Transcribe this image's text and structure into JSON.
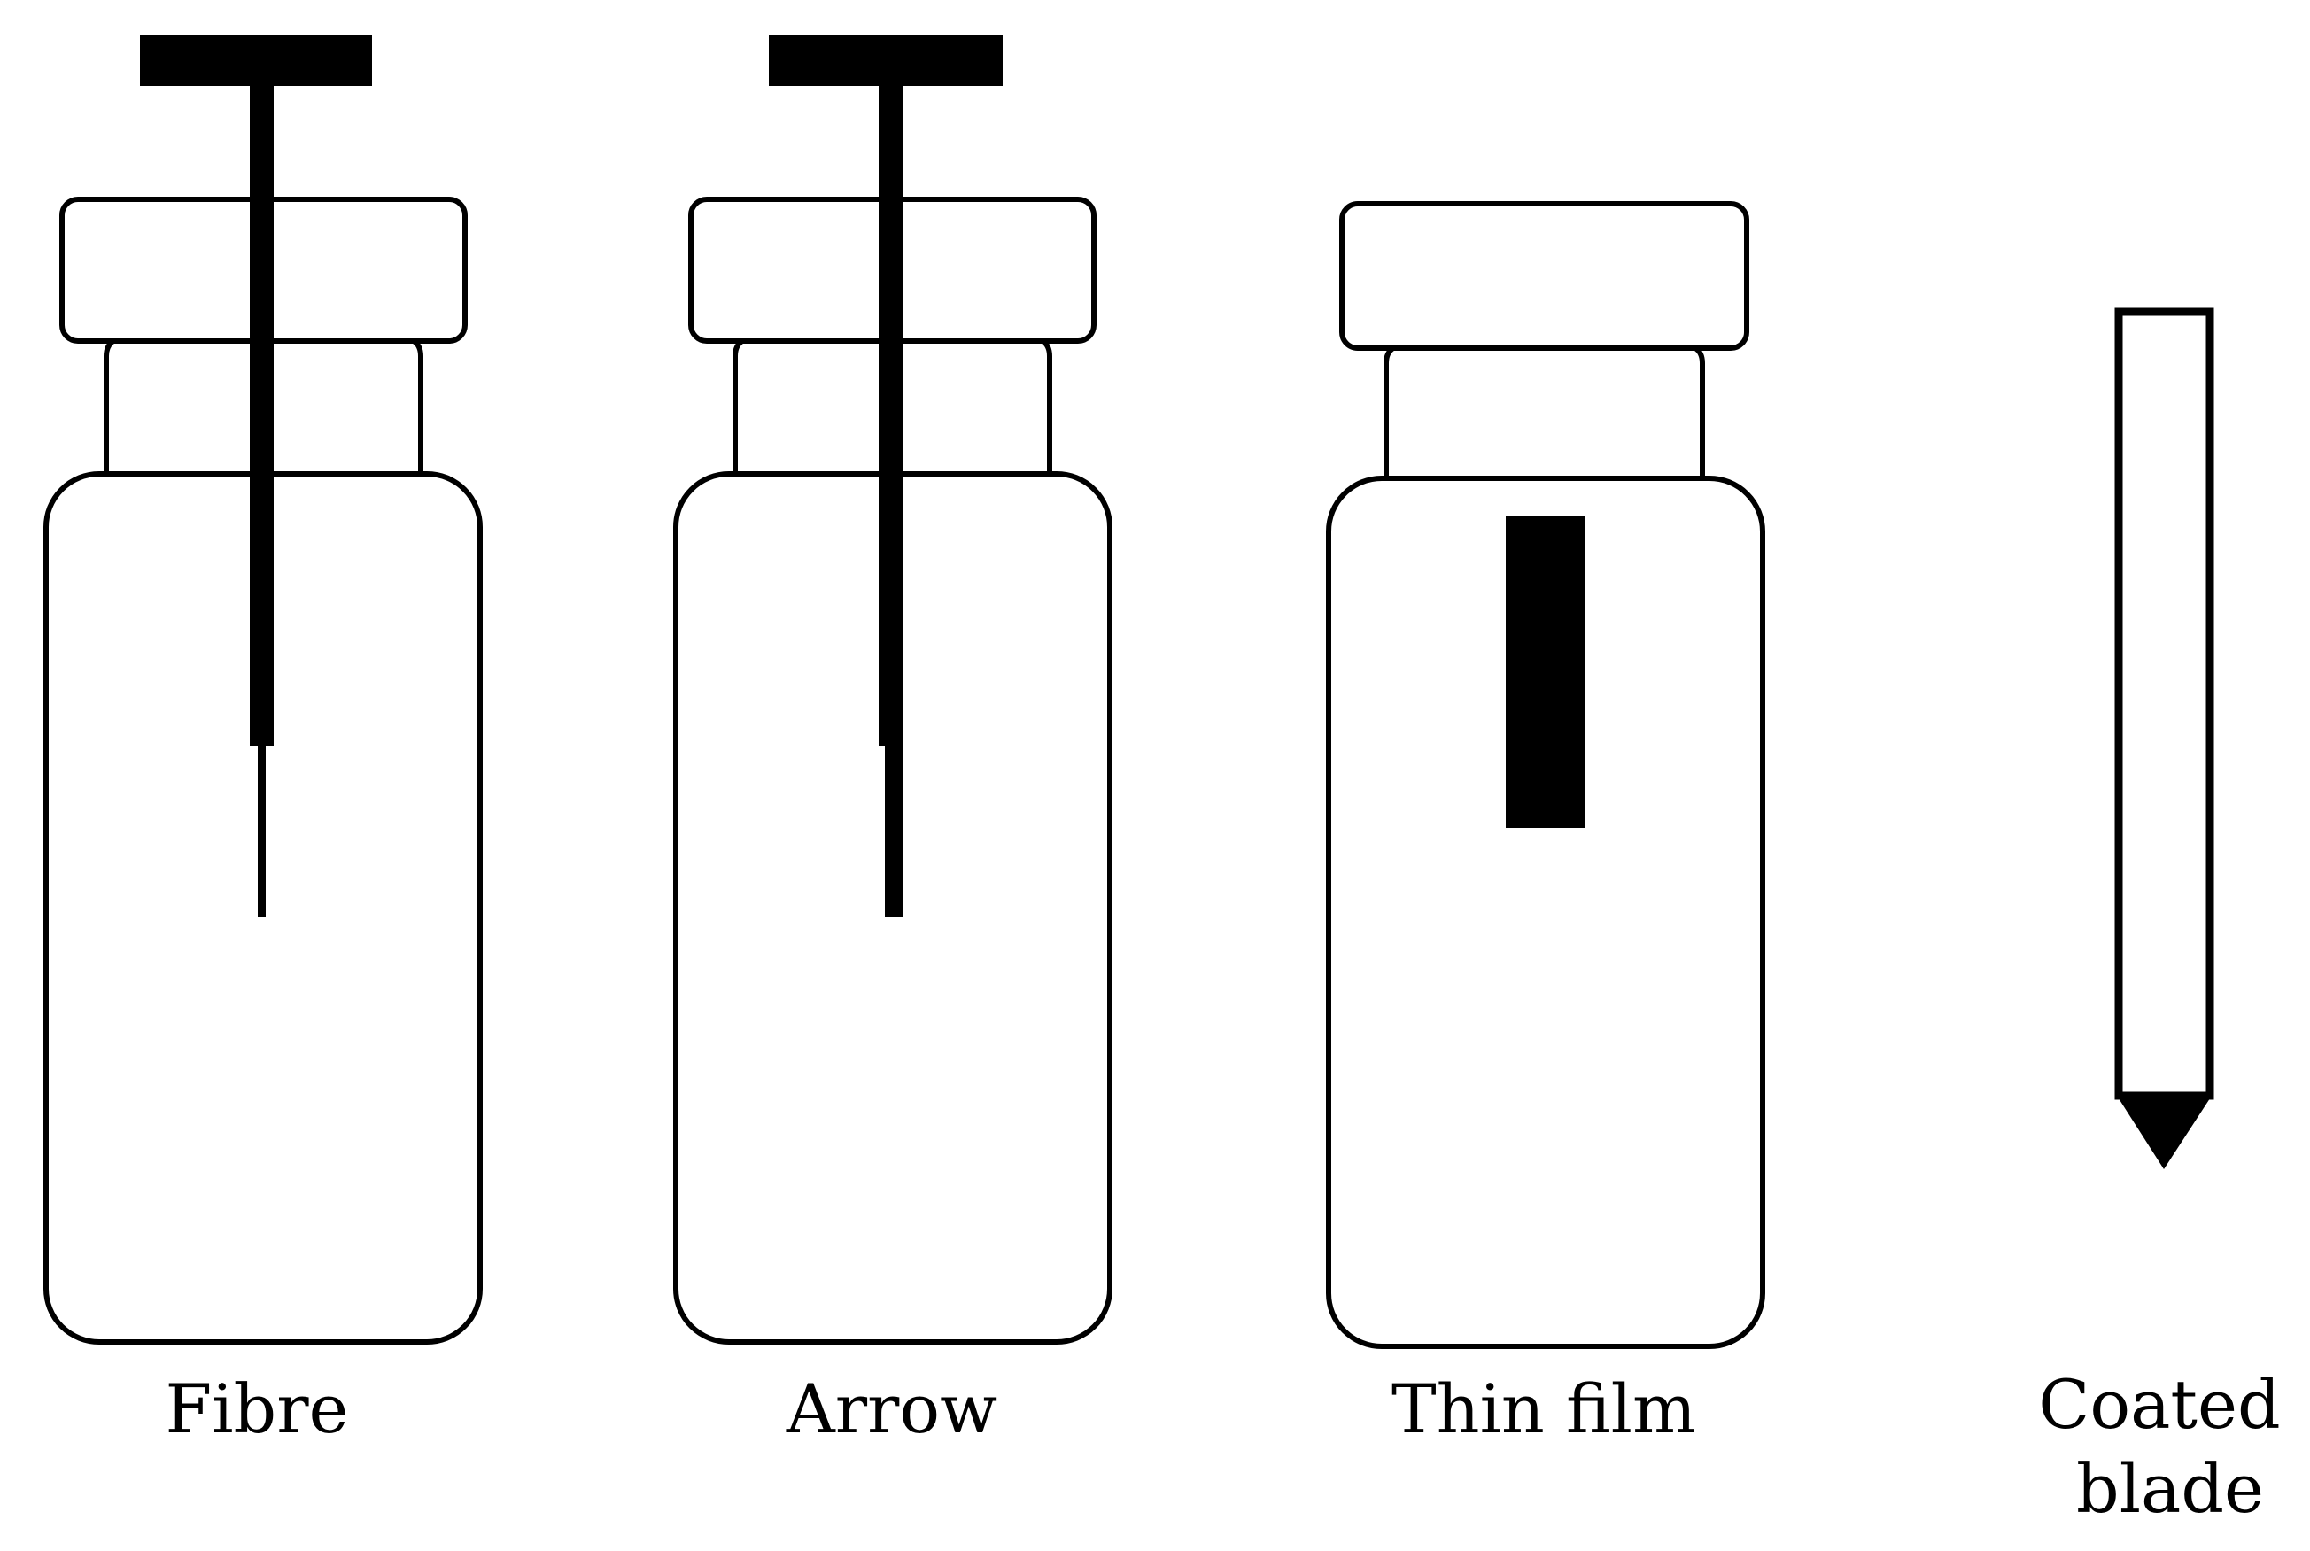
{
  "panels": [
    {
      "id": "fibre",
      "label": "Fibre"
    },
    {
      "id": "arrow",
      "label": "Arrow"
    },
    {
      "id": "thin-film",
      "label": "Thin film"
    },
    {
      "id": "coated-blade",
      "label_line1": "Coated",
      "label_line2": "blade"
    }
  ],
  "colors": {
    "ink": "#000000",
    "background": "#ffffff"
  }
}
